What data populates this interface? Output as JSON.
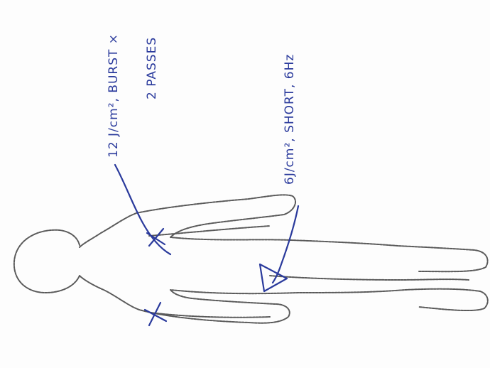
{
  "annotations": [
    {
      "id": "upper",
      "lines": [
        "12 J/cm², BURST ×",
        "2 PASSES"
      ]
    },
    {
      "id": "lower",
      "lines": [
        "6J/cm², SHORT, 6Hz"
      ]
    }
  ],
  "colors": {
    "ink": "#2a3a9c",
    "outline": "#5a5a5a",
    "paper": "#fdfdfd"
  }
}
